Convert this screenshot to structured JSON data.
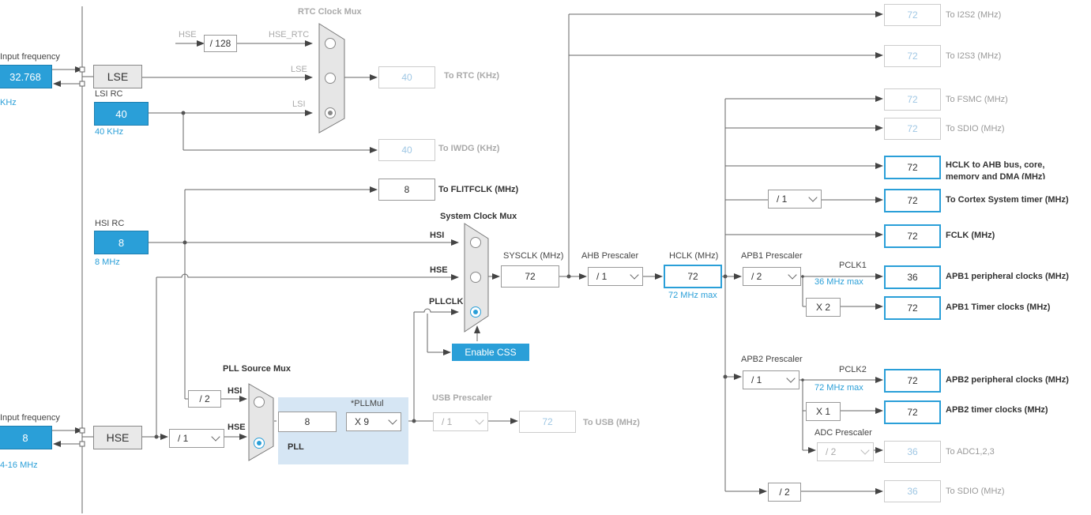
{
  "lse": {
    "input_label": "Input frequency",
    "input_value": "32.768",
    "input_unit": "KHz",
    "block": "LSE"
  },
  "lsi": {
    "label": "LSI RC",
    "value": "40",
    "freq": "40 KHz"
  },
  "hsi": {
    "label": "HSI RC",
    "value": "8",
    "freq": "8 MHz"
  },
  "hse": {
    "input_label": "Input frequency",
    "input_value": "8",
    "input_range": "4-16 MHz",
    "block": "HSE"
  },
  "rtc_mux": {
    "title": "RTC Clock Mux",
    "hse_label": "HSE",
    "divider": "/ 128",
    "hse_rtc": "HSE_RTC",
    "lse_label": "LSE",
    "lsi_label": "LSI",
    "selected": "LSI"
  },
  "rtc": {
    "value": "40",
    "label": "To RTC (KHz)"
  },
  "iwdg": {
    "value": "40",
    "label": "To IWDG (KHz)"
  },
  "flitf": {
    "value": "8",
    "label": "To FLITFCLK (MHz)"
  },
  "sys_mux": {
    "title": "System Clock Mux",
    "hsi": "HSI",
    "hse": "HSE",
    "pllclk": "PLLCLK",
    "selected": "PLLCLK"
  },
  "enable_css": "Enable CSS",
  "sysclk": {
    "label": "SYSCLK (MHz)",
    "value": "72"
  },
  "ahb": {
    "label": "AHB Prescaler",
    "value": "/ 1"
  },
  "hclk": {
    "label": "HCLK (MHz)",
    "value": "72",
    "max": "72 MHz max"
  },
  "pll_mux": {
    "title": "PLL Source Mux",
    "hsi_div": "/ 2",
    "hsi": "HSI",
    "hse": "HSE",
    "hse_div": "/ 1",
    "selected": "HSE"
  },
  "pll": {
    "label": "PLL",
    "input": "8",
    "mul_label": "*PLLMul",
    "mul": "X 9"
  },
  "usb": {
    "title": "USB Prescaler",
    "prescaler": "/ 1",
    "value": "72",
    "label": "To USB (MHz)"
  },
  "outputs": {
    "i2s2": {
      "value": "72",
      "label": "To I2S2 (MHz)"
    },
    "i2s3": {
      "value": "72",
      "label": "To I2S3 (MHz)"
    },
    "fsmc": {
      "value": "72",
      "label": "To FSMC (MHz)"
    },
    "sdio": {
      "value": "72",
      "label": "To SDIO (MHz)"
    },
    "hclk_ahb": {
      "value": "72",
      "label_1": "HCLK to AHB bus, core,",
      "label_2": "memory and DMA (MHz)"
    },
    "cortex_div": "/ 1",
    "cortex": {
      "value": "72",
      "label": "To Cortex System timer (MHz)"
    },
    "fclk": {
      "value": "72",
      "label": "FCLK (MHz)"
    }
  },
  "apb1": {
    "label": "APB1 Prescaler",
    "value": "/ 2",
    "pclk_label": "PCLK1",
    "pclk_max": "36 MHz max",
    "periph_value": "36",
    "periph_label": "APB1 peripheral clocks (MHz)",
    "timer_mul": "X 2",
    "timer_value": "72",
    "timer_label": "APB1 Timer clocks (MHz)"
  },
  "apb2": {
    "label": "APB2 Prescaler",
    "value": "/ 1",
    "pclk_label": "PCLK2",
    "pclk_max": "72 MHz max",
    "periph_value": "72",
    "periph_label": "APB2 peripheral clocks (MHz)",
    "timer_mul": "X 1",
    "timer_value": "72",
    "timer_label": "APB2 timer clocks (MHz)"
  },
  "adc": {
    "label": "ADC Prescaler",
    "value": "/ 2",
    "out": "36",
    "out_label": "To ADC1,2,3"
  },
  "sdio2": {
    "div": "/ 2",
    "value": "36",
    "label": "To SDIO (MHz)"
  },
  "colors": {
    "accent": "#2a9fd8",
    "wire": "#555555",
    "disabled": "#cccccc",
    "pll_bg": "#d6e6f4"
  }
}
